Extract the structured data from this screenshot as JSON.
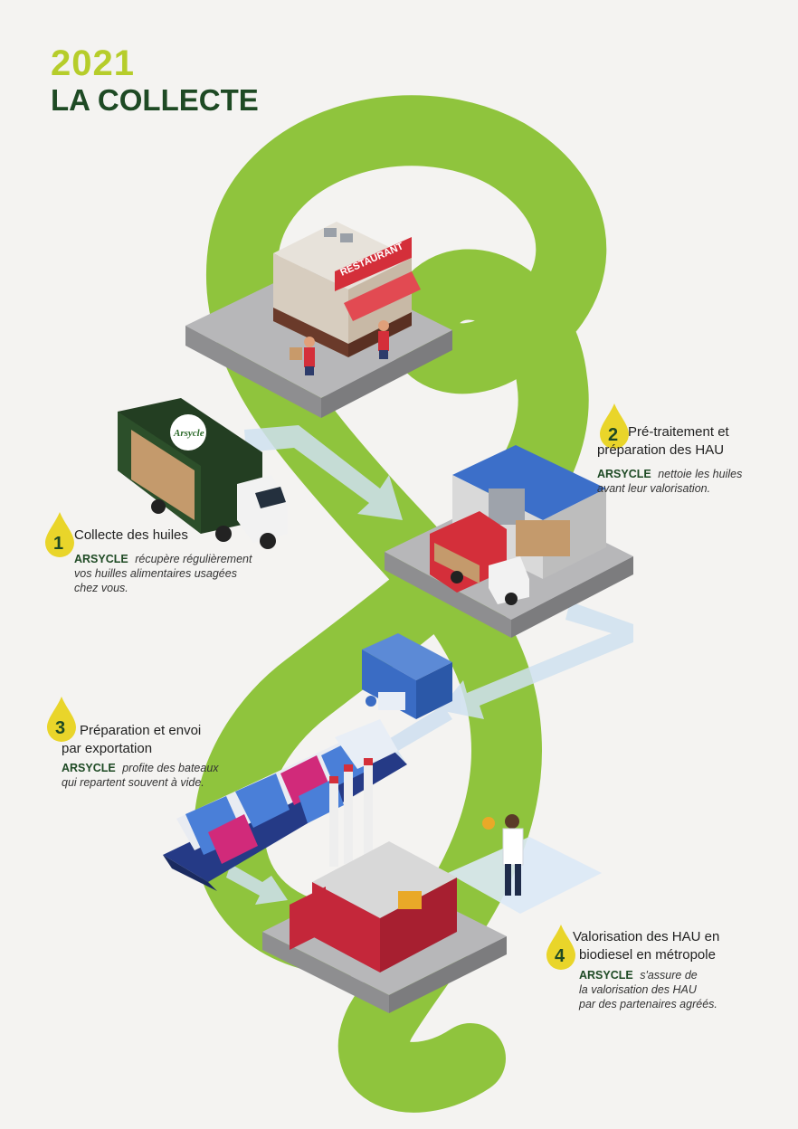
{
  "header": {
    "year": "2021",
    "title": "LA COLLECTE"
  },
  "truck_logo": "Arsycle",
  "restaurant_sign": "RESTAURANT",
  "colors": {
    "green_path": "#8fc43d",
    "dark_green": "#1e4a24",
    "lime": "#b6cd2b",
    "drop_yellow": "#e9d52a",
    "arrow_blue": "#cfe0f0",
    "red": "#d42f3a"
  },
  "steps": [
    {
      "number": "1",
      "title": "Collecte des huiles",
      "brand": "ARSYCLE",
      "text_lines": [
        "récupère régulièrement",
        "vos huilles alimentaires usagées",
        "chez vous."
      ]
    },
    {
      "number": "2",
      "title_lines": [
        "Pré-traitement et",
        "préparation des HAU"
      ],
      "brand": "ARSYCLE",
      "text_lines": [
        "nettoie les huiles",
        "avant leur valorisation."
      ]
    },
    {
      "number": "3",
      "title_lines": [
        "Préparation et envoi",
        "par exportation"
      ],
      "brand": "ARSYCLE",
      "text_lines": [
        "profite des bateaux",
        "qui repartent souvent à vide."
      ]
    },
    {
      "number": "4",
      "title_lines": [
        "Valorisation des HAU en",
        "biodiesel en métropole"
      ],
      "brand": "ARSYCLE",
      "text_lines": [
        "s'assure de",
        "la valorisation des HAU",
        "par des partenaires agréés."
      ]
    }
  ]
}
